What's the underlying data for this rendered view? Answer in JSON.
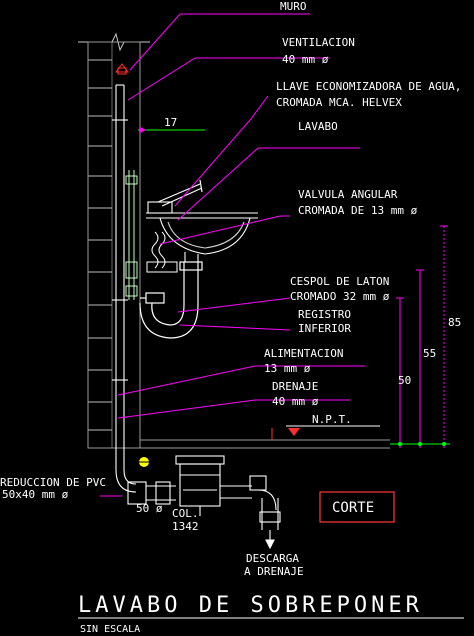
{
  "drawing": {
    "labels": {
      "muro": "MURO",
      "ventilacion_1": "VENTILACION",
      "ventilacion_2": "40 mm ø",
      "llave_1": "LLAVE ECONOMIZADORA DE AGUA,",
      "llave_2": "CROMADA MCA. HELVEX",
      "lavabo": "LAVABO",
      "valvula_1": "VALVULA ANGULAR",
      "valvula_2": "CROMADA DE 13 mm ø",
      "cespol_1": "CESPOL DE LATON",
      "cespol_2": "CROMADO 32 mm ø",
      "registro_1": "REGISTRO",
      "registro_2": "INFERIOR",
      "alimentacion_1": "ALIMENTACION",
      "alimentacion_2": "13 mm ø",
      "drenaje_1": "DRENAJE",
      "drenaje_2": "40 mm ø",
      "npt": "N.P.T.",
      "reduccion_1": "REDUCCION DE PVC",
      "reduccion_2": "50x40 mm ø",
      "diam_50": "50 ø",
      "col_1": "COL.",
      "col_2": "1342",
      "descarga_1": "DESCARGA",
      "descarga_2": "A DRENAJE",
      "corte": "CORTE"
    },
    "dimensions": {
      "d17": "17",
      "d50": "50",
      "d55": "55",
      "d85": "85"
    },
    "title": "LAVABO DE SOBREPONER",
    "subtitle": "SIN ESCALA",
    "colors": {
      "background": "#000000",
      "text": "#ffffff",
      "wall": "#c8c8c8",
      "pipe": "#ffffff",
      "fixture": "#ffffff",
      "leader": "#ff00ff",
      "dimension": "#ff00ff",
      "dim_line": "#00ff00",
      "frame": "#ff3b3b",
      "marker_red": "#ff3030",
      "marker_yellow": "#ffff00",
      "floor": "#9a9a9a"
    }
  }
}
